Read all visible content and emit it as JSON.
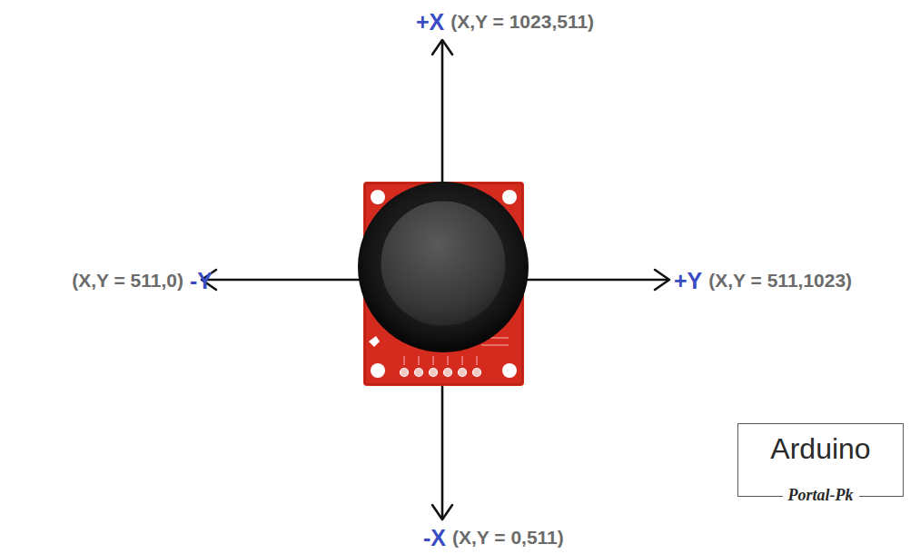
{
  "diagram": {
    "nodes": [
      {
        "text": [
          "Arduino",
          "Portal-Pk"
        ]
      }
    ],
    "labels": [
      "+X",
      "(X,Y = 1023,511)",
      "(X,Y = 511,0)",
      "-Y",
      "+Y",
      "(X,Y = 511,1023)",
      "-X",
      "(X,Y = 0,511)"
    ]
  }
}
